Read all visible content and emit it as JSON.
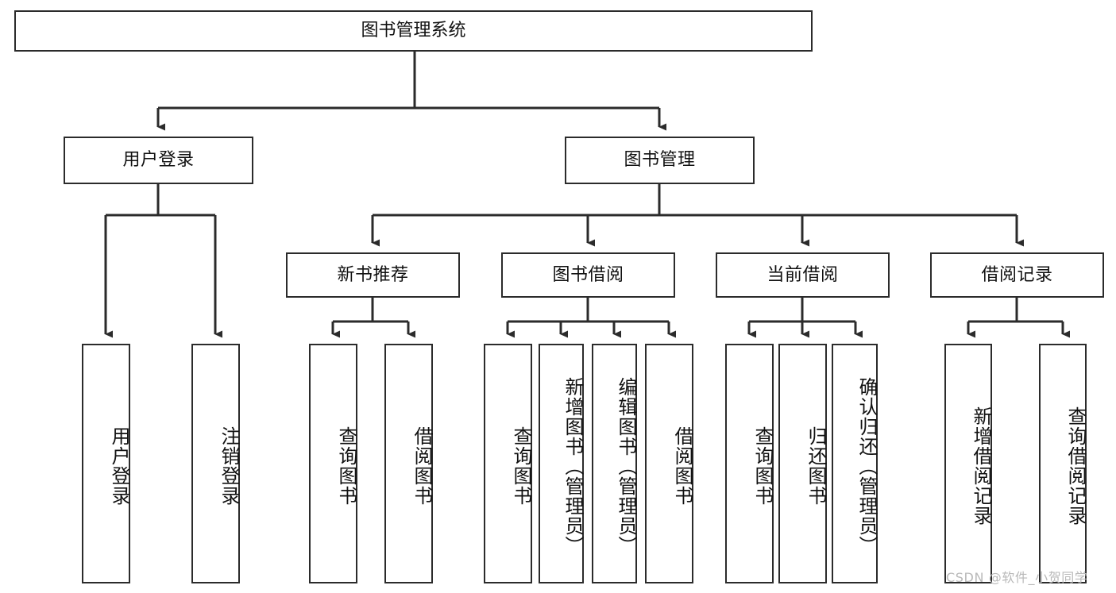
{
  "diagram": {
    "type": "tree",
    "title": "图书管理系统",
    "watermark": "CSDN @软件_小贺同学",
    "colors": {
      "stroke": "#2b2b2b",
      "fill": "#ffffff",
      "text": "#111111",
      "watermark": "#b9b9b9"
    },
    "levels": {
      "root": {
        "label": "图书管理系统"
      },
      "level1": [
        {
          "id": "user-login",
          "label": "用户登录"
        },
        {
          "id": "book-management",
          "label": "图书管理"
        }
      ],
      "level2": [
        {
          "id": "new-book-recommend",
          "label": "新书推荐",
          "parent": "book-management"
        },
        {
          "id": "book-borrow",
          "label": "图书借阅",
          "parent": "book-management"
        },
        {
          "id": "current-borrow",
          "label": "当前借阅",
          "parent": "book-management"
        },
        {
          "id": "borrow-record",
          "label": "借阅记录",
          "parent": "book-management"
        }
      ],
      "leaves": [
        {
          "id": "leaf-user-login",
          "label": "用户登录",
          "parent": "user-login"
        },
        {
          "id": "leaf-user-logout",
          "label": "注销登录",
          "parent": "user-login"
        },
        {
          "id": "leaf-query-book-1",
          "label": "查询图书",
          "parent": "new-book-recommend"
        },
        {
          "id": "leaf-borrow-book-1",
          "label": "借阅图书",
          "parent": "new-book-recommend"
        },
        {
          "id": "leaf-query-book-2",
          "label": "查询图书",
          "parent": "book-borrow"
        },
        {
          "id": "leaf-add-book",
          "label": "新增图书（管理员）",
          "parent": "book-borrow"
        },
        {
          "id": "leaf-edit-book",
          "label": "编辑图书（管理员）",
          "parent": "book-borrow"
        },
        {
          "id": "leaf-borrow-book-2",
          "label": "借阅图书",
          "parent": "book-borrow"
        },
        {
          "id": "leaf-query-book-3",
          "label": "查询图书",
          "parent": "current-borrow"
        },
        {
          "id": "leaf-return-book",
          "label": "归还图书",
          "parent": "current-borrow"
        },
        {
          "id": "leaf-confirm-return",
          "label": "确认归还（管理员）",
          "parent": "current-borrow"
        },
        {
          "id": "leaf-add-record",
          "label": "新增借阅记录",
          "parent": "borrow-record"
        },
        {
          "id": "leaf-query-record",
          "label": "查询借阅记录",
          "parent": "borrow-record"
        }
      ]
    }
  }
}
